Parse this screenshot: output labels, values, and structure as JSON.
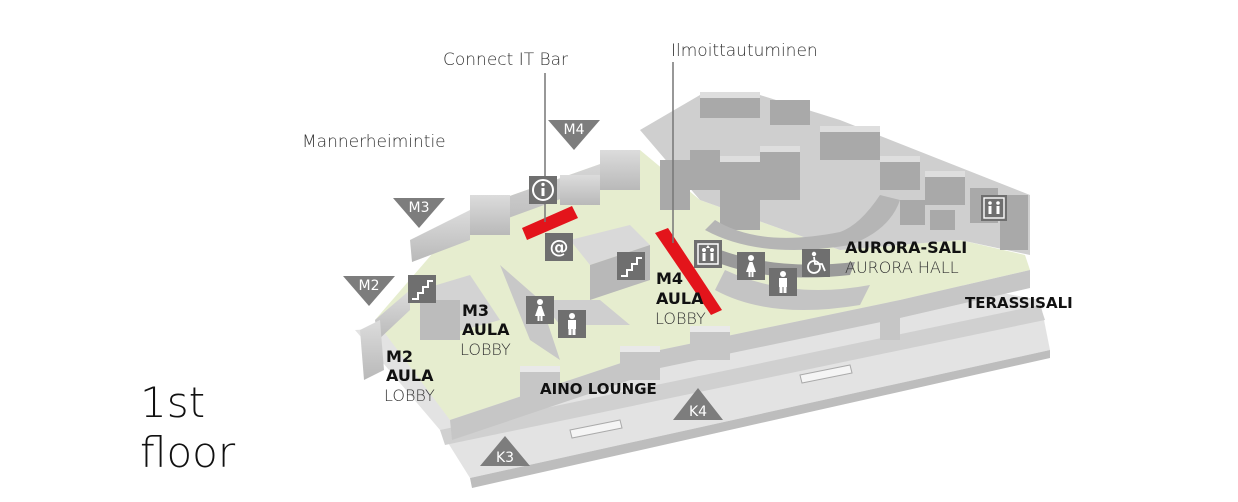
{
  "floor": {
    "line1": "1st",
    "line2": "floor"
  },
  "street": "Mannerheimintie",
  "callouts": {
    "connect_it_bar": "Connect IT Bar",
    "registration": "Ilmoittautuminen"
  },
  "entrances": {
    "m4": "M4",
    "m3": "M3",
    "m2": "M2",
    "k3": "K3",
    "k4": "K4"
  },
  "areas": {
    "m2": {
      "l1": "M2",
      "l2": "AULA",
      "l3": "LOBBY"
    },
    "m3": {
      "l1": "M3",
      "l2": "AULA",
      "l3": "LOBBY"
    },
    "m4": {
      "l1": "M4",
      "l2": "AULA",
      "l3": "LOBBY"
    },
    "aurora": {
      "l1": "AURORA-SALI",
      "l2": "AURORA HALL"
    },
    "terassisali": "TERASSISALI",
    "aino": "AINO LOUNGE"
  },
  "icons": [
    "info-icon",
    "at-icon",
    "stairs-icon",
    "female-toilet-icon",
    "male-toilet-icon",
    "family-toilet-icon",
    "wheelchair-icon",
    "elevator-icon"
  ],
  "colors": {
    "floor": "#e6edcf",
    "walls": "#c9c9c9",
    "walls_dark": "#8e8e8e",
    "marker": "#7d7d7d",
    "highlight": "#e3141b",
    "icon_bg": "#6f6f6f"
  }
}
